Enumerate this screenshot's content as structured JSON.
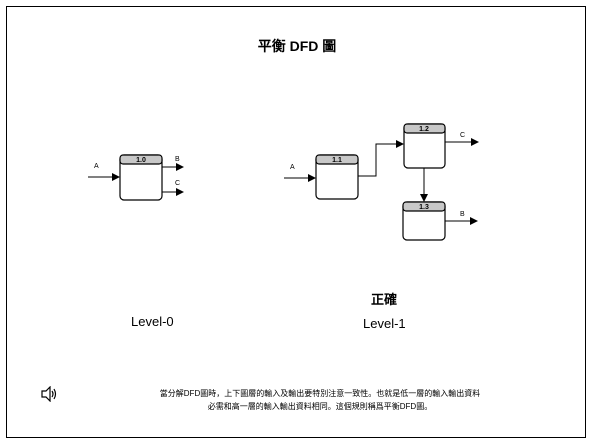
{
  "slide": {
    "title": "平衡 DFD 圖",
    "level0": {
      "label": "Level-0",
      "process_id": "1.0",
      "input": "A",
      "outputs": [
        "B",
        "C"
      ]
    },
    "level1": {
      "label": "Level-1",
      "status": "正確",
      "processes": [
        {
          "id": "1.1",
          "input": "A"
        },
        {
          "id": "1.2",
          "output": "C"
        },
        {
          "id": "1.3",
          "output": "B"
        }
      ]
    },
    "note_line1": "當分解DFD圖時，上下圖層的輸入及輸出要特別注意一致性。也就是低一層的輸入輸出資料",
    "note_line2": "必需和高一層的輸入輸出資料相同。這個規則稱爲平衡DFD圖。",
    "icon": "speaker-icon"
  }
}
